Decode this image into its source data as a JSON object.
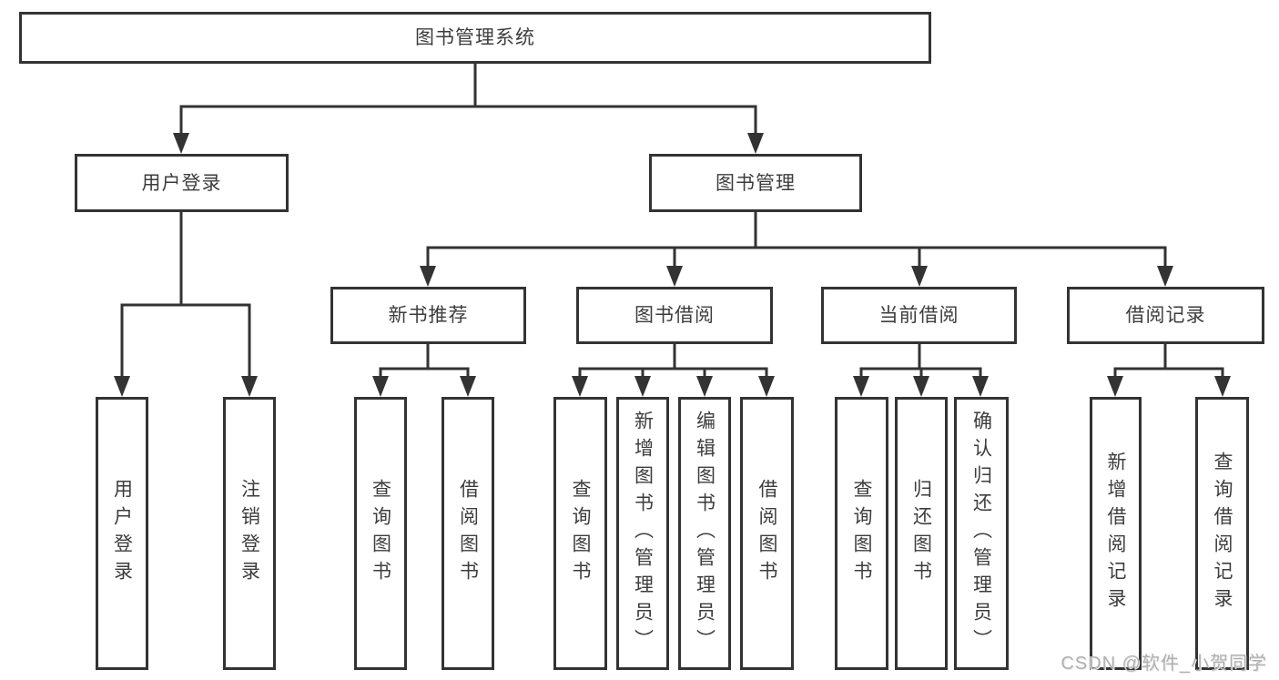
{
  "colors": {
    "line": "#333333",
    "box_border": "#333333",
    "text": "#3d3d3d",
    "watermark": "#b0b0b0",
    "background": "#ffffff"
  },
  "watermark": {
    "text": "CSDN @软件_小贺同学"
  },
  "diagram": {
    "type": "tree",
    "root": {
      "label": "图书管理系统",
      "children": [
        {
          "label": "用户登录",
          "children": [
            {
              "label": "用户登录"
            },
            {
              "label": "注销登录"
            }
          ]
        },
        {
          "label": "图书管理",
          "children": [
            {
              "label": "新书推荐",
              "children": [
                {
                  "label": "查询图书"
                },
                {
                  "label": "借阅图书"
                }
              ]
            },
            {
              "label": "图书借阅",
              "children": [
                {
                  "label": "查询图书"
                },
                {
                  "label": "新增图书（管理员）"
                },
                {
                  "label": "编辑图书（管理员）"
                },
                {
                  "label": "借阅图书"
                }
              ]
            },
            {
              "label": "当前借阅",
              "children": [
                {
                  "label": "查询图书"
                },
                {
                  "label": "归还图书"
                },
                {
                  "label": "确认归还（管理员）"
                }
              ]
            },
            {
              "label": "借阅记录",
              "children": [
                {
                  "label": "新增借阅记录"
                },
                {
                  "label": "查询借阅记录"
                }
              ]
            }
          ]
        }
      ]
    }
  }
}
